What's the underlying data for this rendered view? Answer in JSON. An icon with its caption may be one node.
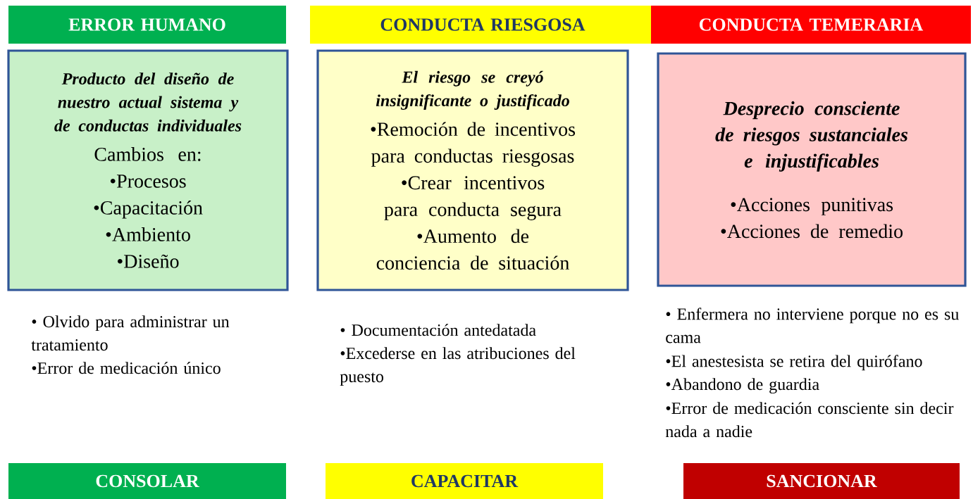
{
  "diagram": {
    "nodes": [
      {
        "text": [
          "ERROR HUMANO"
        ]
      },
      {
        "text": [
          "CONDUCTA RIESGOSA"
        ]
      },
      {
        "text": [
          "CONDUCTA TEMERARIA"
        ]
      },
      {
        "text": [
          "Producto del diseño de nuestro actual sistema y de conductas individuales",
          "Cambios en:",
          "•Procesos",
          "•Capacitación",
          "•Ambiento",
          "•Diseño"
        ]
      },
      {
        "text": [
          "El riesgo se creyó insignificante o justificado",
          "•Remoción de incentivos para conductas riesgosas",
          "•Crear incentivos para conducta segura",
          "•Aumento de conciencia de situación"
        ]
      },
      {
        "text": [
          "Desprecio consciente de riesgos sustanciales e injustificables",
          "•Acciones punitivas",
          "•Acciones de remedio"
        ]
      },
      {
        "text": [
          "CONSOLAR"
        ]
      },
      {
        "text": [
          "CAPACITAR"
        ]
      },
      {
        "text": [
          "SANCIONAR"
        ]
      }
    ],
    "labels": [
      "• Olvido para administrar un tratamiento",
      "•Error de medicación único",
      "• Documentación antedatada",
      "•Excederse en las atribuciones del puesto",
      "• Enfermera no interviene porque no es su cama",
      "•El anestesista se retira del quirófano",
      "•Abandono de guardia",
      "•Error de medicación consciente sin decir  nada a nadie"
    ]
  }
}
